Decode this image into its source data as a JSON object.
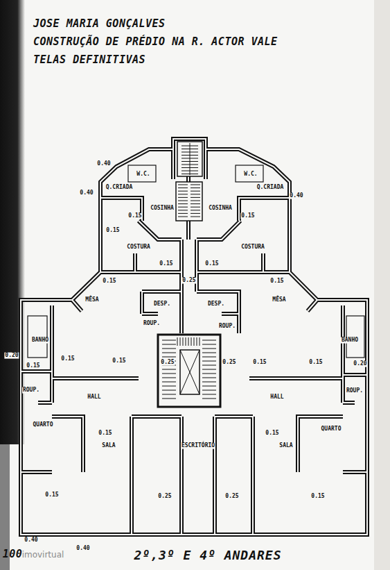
{
  "diagram": {
    "title": "JOSE MARIA GONÇALVES",
    "caption": "2º,3º E 4º ANDARES",
    "labels": [
      "CONSTRUÇÃO DE PRÉDIO NA R. ACTOR VALE",
      "TELAS DEFINITIVAS",
      "W.C.",
      "W.C.",
      "0.40",
      "0.40",
      "0.40",
      "Q.CRIADA",
      "Q.CRIADA",
      "COSINHA",
      "COSINHA",
      "0.15",
      "0.15",
      "0.15",
      "COSTURA",
      "COSTURA",
      "0.15",
      "0.15",
      "0.25",
      "0.15",
      "0.15",
      "MÊSA",
      "MÊSA",
      "DESP.",
      "DESP.",
      "ROUP.",
      "ROUP.",
      "BANHO",
      "BANHO",
      "0.20",
      "0.15",
      "0.15",
      "0.15",
      "0.25",
      "0.25",
      "0.15",
      "0.15",
      "0.20",
      "ROUP.",
      "ROUP.",
      "HALL",
      "HALL",
      "QUARTO",
      "QUARTO",
      "0.15",
      "0.15",
      "SALA",
      "ESCRITÓRIO",
      "SALA",
      "0.15",
      "0.25",
      "0.25",
      "0.15",
      "0.40",
      "0.40",
      "100",
      "imovirtual"
    ]
  }
}
